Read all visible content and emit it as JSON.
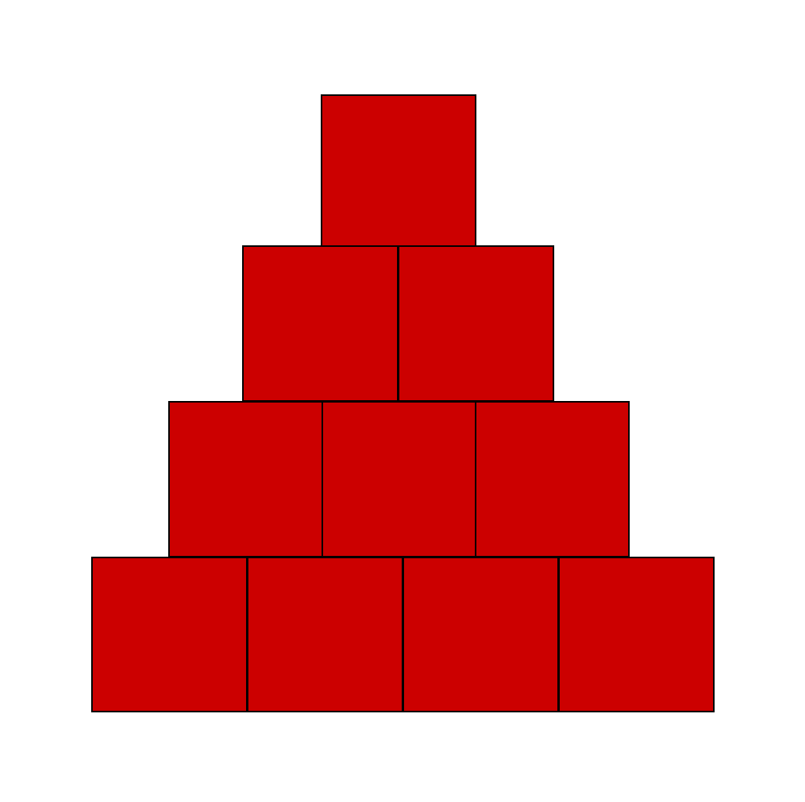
{
  "diagram": {
    "shape": "square-block-pyramid",
    "block_color": "#cc0000",
    "outline_color": "#000000",
    "background_color": "#ffffff",
    "rows": [
      {
        "blocks": 1
      },
      {
        "blocks": 2
      },
      {
        "blocks": 3
      },
      {
        "blocks": 4
      }
    ]
  }
}
